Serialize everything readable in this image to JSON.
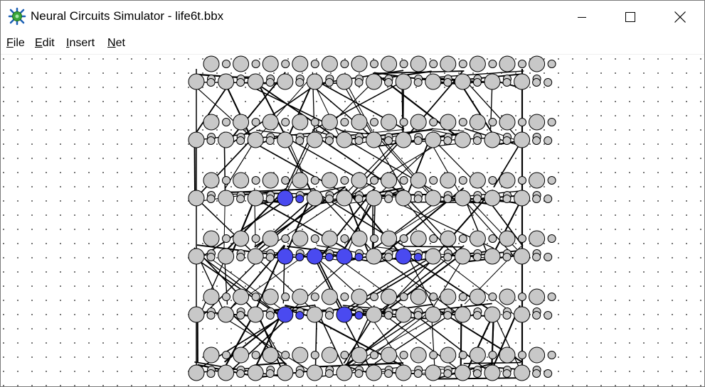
{
  "window": {
    "title": "Neural Circuits Simulator - life6t.bbx",
    "app_icon": "neuron-icon",
    "controls": [
      "minimize-icon",
      "maximize-icon",
      "close-icon"
    ]
  },
  "menu": {
    "file": "File",
    "edit": "Edit",
    "insert": "Insert",
    "net": "Net"
  },
  "network": {
    "grid_cols": 12,
    "grid_rows": 6,
    "active_cells": [
      [
        2,
        3
      ],
      [
        3,
        3
      ],
      [
        3,
        4
      ],
      [
        3,
        5
      ],
      [
        3,
        7
      ],
      [
        4,
        3
      ],
      [
        4,
        5
      ]
    ],
    "colors": {
      "active": "#4a4af0",
      "inactive": "#c8c8c8",
      "edge": "#000000",
      "dot_grid": "#606060"
    }
  }
}
